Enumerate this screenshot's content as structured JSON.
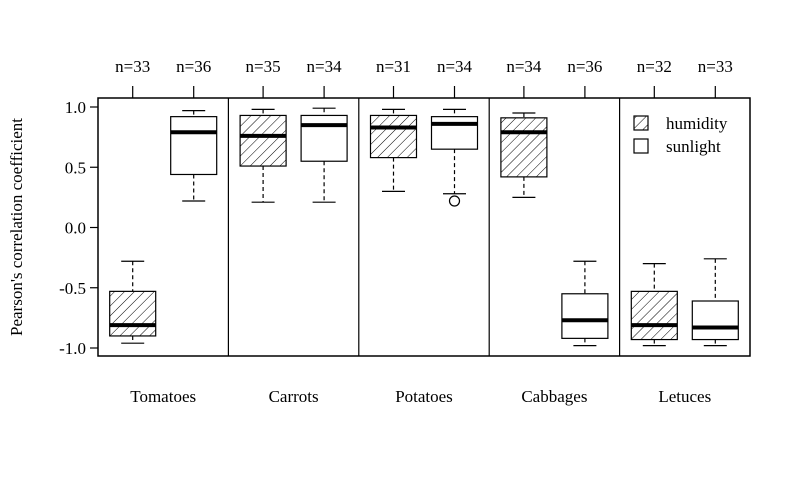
{
  "chart_data": {
    "type": "boxplot",
    "ylabel": "Pearson's correlation coefficient",
    "ylim": [
      -1.1,
      1.1
    ],
    "y_ticks": [
      "-1.0",
      "-0.5",
      "0.0",
      "0.5",
      "1.0"
    ],
    "categories": [
      "Tomatoes",
      "Carrots",
      "Potatoes",
      "Cabbages",
      "Letuces"
    ],
    "legend": {
      "position": "top-right",
      "entries": [
        "humidity",
        "sunlight"
      ]
    },
    "series": [
      {
        "name": "humidity",
        "fill": "hatched",
        "boxes": [
          {
            "n_label": "n=33",
            "min": -0.96,
            "q1": -0.9,
            "median": -0.81,
            "q3": -0.53,
            "max": -0.28,
            "outliers": []
          },
          {
            "n_label": "n=35",
            "min": 0.21,
            "q1": 0.51,
            "median": 0.76,
            "q3": 0.93,
            "max": 0.98,
            "outliers": []
          },
          {
            "n_label": "n=31",
            "min": 0.3,
            "q1": 0.58,
            "median": 0.83,
            "q3": 0.93,
            "max": 0.98,
            "outliers": []
          },
          {
            "n_label": "n=34",
            "min": 0.25,
            "q1": 0.42,
            "median": 0.79,
            "q3": 0.91,
            "max": 0.95,
            "outliers": []
          },
          {
            "n_label": "n=32",
            "min": -0.98,
            "q1": -0.93,
            "median": -0.81,
            "q3": -0.53,
            "max": -0.3,
            "outliers": []
          }
        ]
      },
      {
        "name": "sunlight",
        "fill": "white",
        "boxes": [
          {
            "n_label": "n=36",
            "min": 0.22,
            "q1": 0.44,
            "median": 0.79,
            "q3": 0.92,
            "max": 0.97,
            "outliers": []
          },
          {
            "n_label": "n=34",
            "min": 0.21,
            "q1": 0.55,
            "median": 0.85,
            "q3": 0.93,
            "max": 0.99,
            "outliers": []
          },
          {
            "n_label": "n=34",
            "min": 0.28,
            "q1": 0.65,
            "median": 0.86,
            "q3": 0.92,
            "max": 0.98,
            "outliers": [
              0.22
            ]
          },
          {
            "n_label": "n=36",
            "min": -0.98,
            "q1": -0.92,
            "median": -0.77,
            "q3": -0.55,
            "max": -0.28,
            "outliers": []
          },
          {
            "n_label": "n=33",
            "min": -0.98,
            "q1": -0.93,
            "median": -0.83,
            "q3": -0.61,
            "max": -0.26,
            "outliers": []
          }
        ]
      }
    ]
  }
}
